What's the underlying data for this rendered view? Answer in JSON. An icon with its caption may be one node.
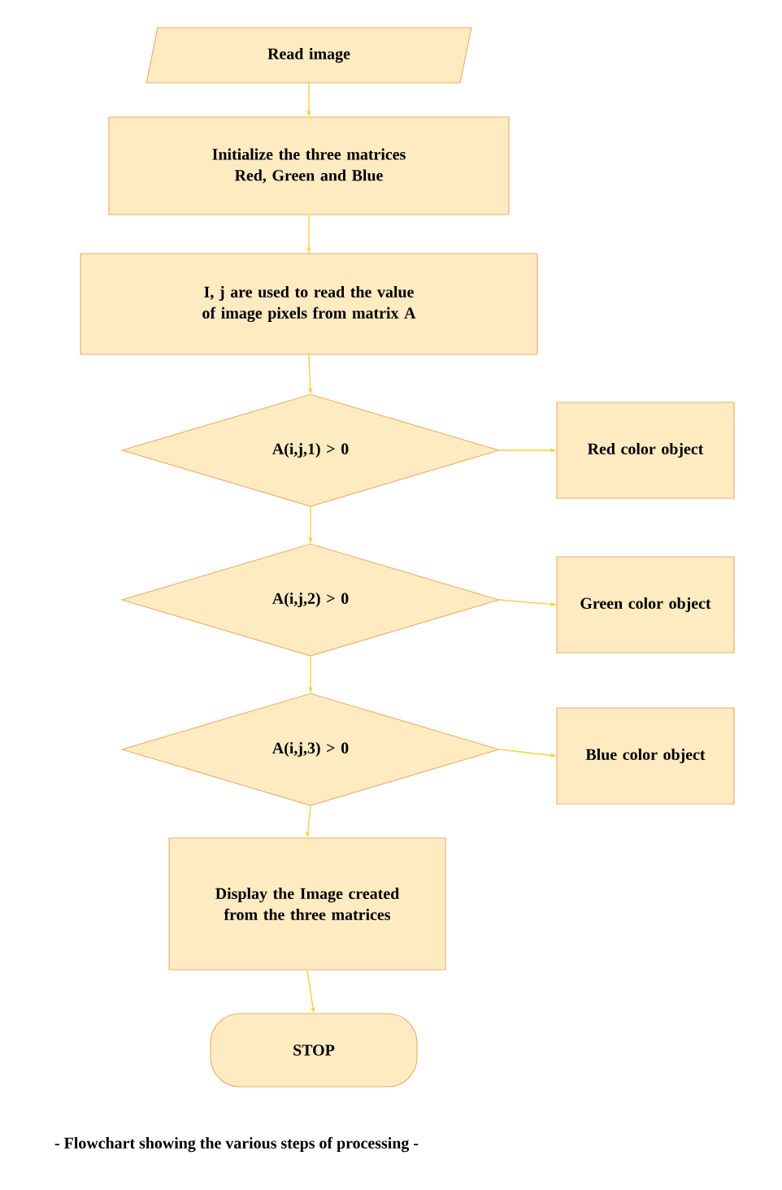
{
  "diagram": {
    "caption": "-  Flowchart showing the various steps of processing -",
    "nodes": [
      {
        "text": [
          "Read image"
        ]
      },
      {
        "text": [
          "Initialize the three matrices Red, Green and Blue"
        ]
      },
      {
        "text": [
          "I, j are used to read the value of image pixels from matrix A"
        ]
      },
      {
        "text": [
          "A(i,j,1) > 0"
        ]
      },
      {
        "text": [
          "Red color object"
        ]
      },
      {
        "text": [
          "A(i,j,2) > 0"
        ]
      },
      {
        "text": [
          "Green color object"
        ]
      },
      {
        "text": [
          "A(i,j,3) > 0"
        ]
      },
      {
        "text": [
          "Blue color object"
        ]
      },
      {
        "text": [
          "Display the Image created from the three matrices"
        ]
      },
      {
        "text": [
          "STOP"
        ]
      }
    ],
    "edges": [
      {
        "from": 0,
        "to": 1,
        "arrow": "to"
      },
      {
        "from": 1,
        "to": 2,
        "arrow": "to"
      },
      {
        "from": 2,
        "to": 3,
        "arrow": "to"
      },
      {
        "from": 3,
        "to": 4,
        "arrow": "to"
      },
      {
        "from": 3,
        "to": 5,
        "arrow": "to"
      },
      {
        "from": 5,
        "to": 6,
        "arrow": "to"
      },
      {
        "from": 5,
        "to": 7,
        "arrow": "to"
      },
      {
        "from": 7,
        "to": 8,
        "arrow": "to"
      },
      {
        "from": 7,
        "to": 9,
        "arrow": "to"
      },
      {
        "from": 9,
        "to": 10,
        "arrow": "to"
      }
    ]
  }
}
